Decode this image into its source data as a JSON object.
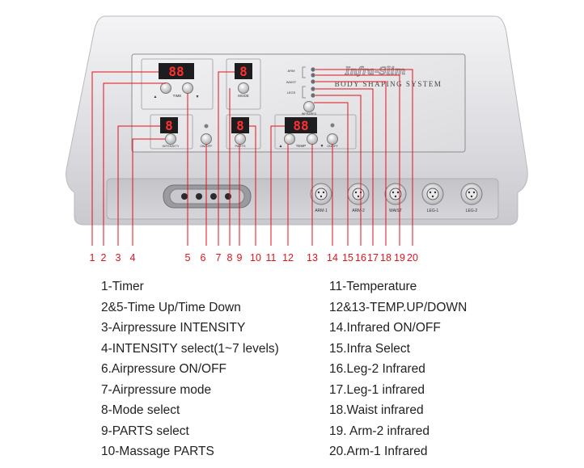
{
  "device": {
    "brand": "Infra-Slim",
    "subtitle": "BODY SHAPING SYSTEM",
    "display_placeholder": "88",
    "display_single": "8",
    "panel_labels": {
      "time": "TIME",
      "mode": "MODE",
      "intensity": "INTENSITY",
      "onoff": "ON/OFF",
      "parts": "PARTS",
      "temp": "TEMP",
      "infrared": "INFRARED",
      "arm": "ARM",
      "waist": "WAIST",
      "legs": "LEGS",
      "up_arrow": "▲",
      "down_arrow": "▼"
    },
    "ports": [
      "ARM-1",
      "ARM-2",
      "WAIST",
      "LEG-1",
      "LEG-2"
    ]
  },
  "callouts": [
    "1",
    "2",
    "3",
    "4",
    "5",
    "6",
    "7",
    "8",
    "9",
    "10",
    "11",
    "12",
    "13",
    "14",
    "15",
    "16",
    "17",
    "18",
    "19",
    "20"
  ],
  "legend": {
    "left": [
      "1-Timer",
      "2&5-Time Up/Time Down",
      "3-Airpressure INTENSITY",
      "4-INTENSITY select(1~7 levels)",
      "6.Airpressure ON/OFF",
      "7-Airpressure mode",
      "8-Mode select",
      "9-PARTS select",
      "10-Massage PARTS"
    ],
    "right": [
      "11-Temperature",
      "12&13-TEMP.UP/DOWN",
      "14.Infrared ON/OFF",
      "15.Infra Select",
      "16.Leg-2 Infrared",
      "17.Leg-1 infrared",
      "18.Waist infrared",
      "19. Arm-2 infrared",
      "20.Arm-1 Infrared"
    ]
  },
  "colors": {
    "callout": "#e0121a",
    "display": "#ff3030",
    "casing": "#e3e3e6"
  }
}
